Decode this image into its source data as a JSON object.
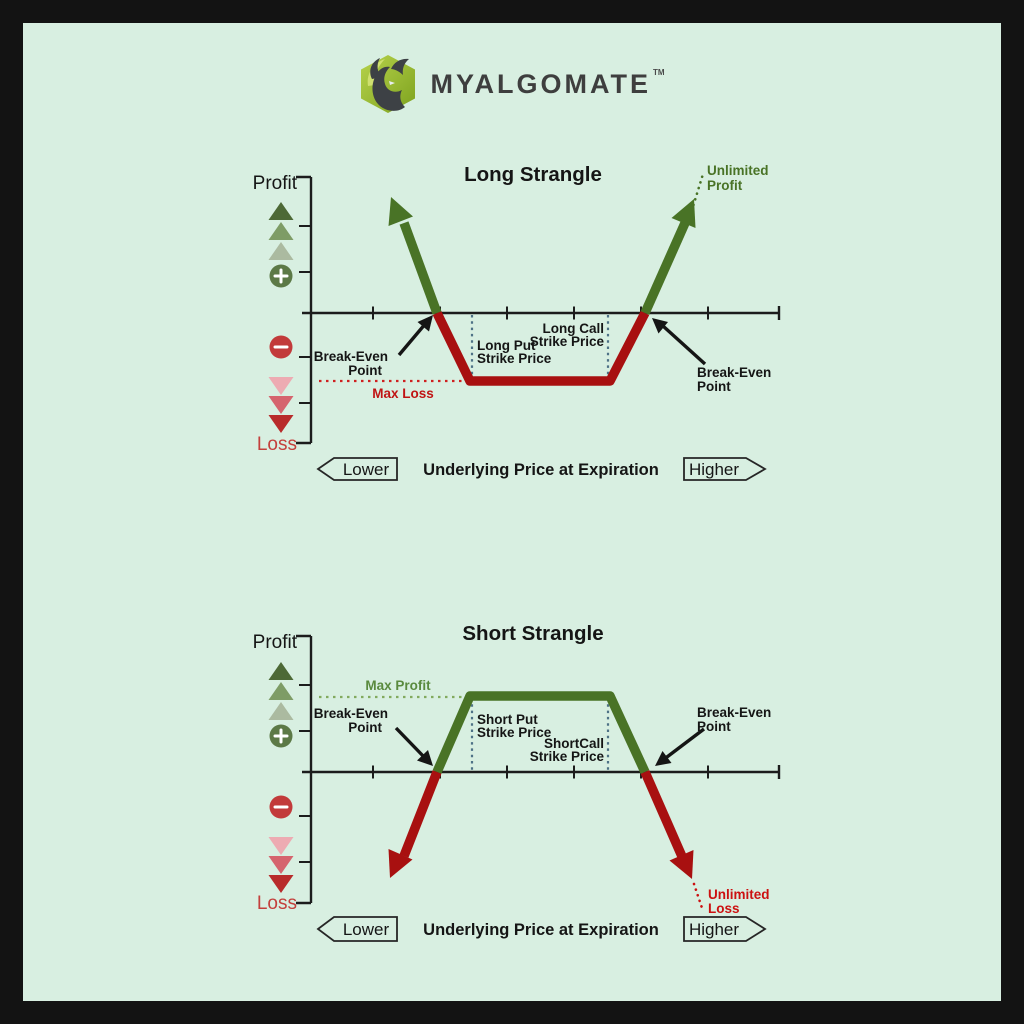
{
  "frame": {
    "border_color": "#131313",
    "background": "#d8efe1"
  },
  "logo": {
    "brand": "MYALGOMATE",
    "trademark": "TM",
    "icon": "bull-hexagon-logo"
  },
  "axis": {
    "profit": "Profit",
    "loss": "Loss",
    "x_label": "Underlying Price at Expiration",
    "lower": "Lower",
    "higher": "Higher"
  },
  "long_strangle": {
    "title": "Long Strangle",
    "unlimited_1": "Unlimited",
    "unlimited_2": "Profit",
    "break_even_1": "Break-Even",
    "break_even_2": "Point",
    "put_strike_1": "Long Put",
    "put_strike_2": "Strike Price",
    "call_strike_1": "Long Call",
    "call_strike_2": "Strike Price",
    "max_line": "Max Loss"
  },
  "short_strangle": {
    "title": "Short Strangle",
    "max_line": "Max Profit",
    "break_even_1": "Break-Even",
    "break_even_2": "Point",
    "put_strike_1": "Short Put",
    "put_strike_2": "Strike Price",
    "call_strike_1": "ShortCall",
    "call_strike_2": "Strike Price",
    "unlimited_1": "Unlimited",
    "unlimited_2": "Loss"
  },
  "colors": {
    "profit_green": "#497326",
    "loss_red": "#a81010",
    "max_loss_text_red": "#c01414",
    "max_profit_text_green": "#5a8a3e",
    "strike_guide_blue": "#4e7286",
    "logo_green_light": "#b7d34c",
    "logo_green_dark": "#7da21e"
  }
}
